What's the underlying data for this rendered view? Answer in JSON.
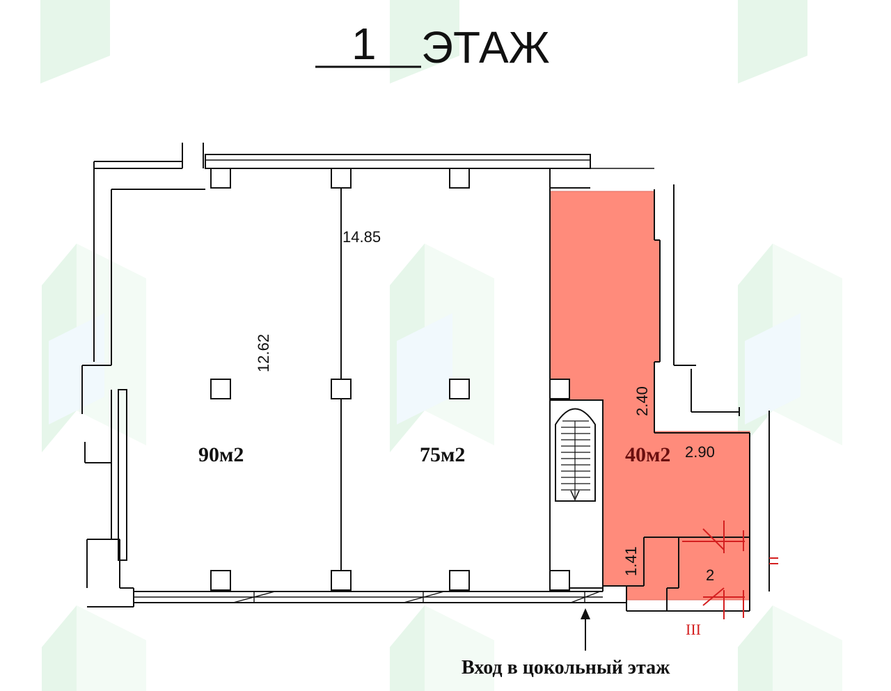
{
  "title": {
    "number": "1",
    "word": "ЭТАЖ"
  },
  "rooms": [
    {
      "id": "room-left",
      "area_label": "90м2"
    },
    {
      "id": "room-middle",
      "area_label": "75м2"
    },
    {
      "id": "room-right",
      "area_label": "40м2",
      "highlight_color": "#ff8b7b"
    },
    {
      "id": "room-small",
      "number_label": "2"
    }
  ],
  "dimensions": {
    "width_top": "14.85",
    "height_left": "12.62",
    "height_right": "2.40",
    "width_right": "2.90",
    "height_small": "1.41"
  },
  "marks": {
    "roman": "III",
    "red_mark": "="
  },
  "entrance": {
    "label": "Вход в цокольный этаж"
  },
  "colors": {
    "highlight": "#ff8b7b",
    "watermark": "#4caf6a",
    "wall": "#111111",
    "red_line": "#d42020"
  }
}
